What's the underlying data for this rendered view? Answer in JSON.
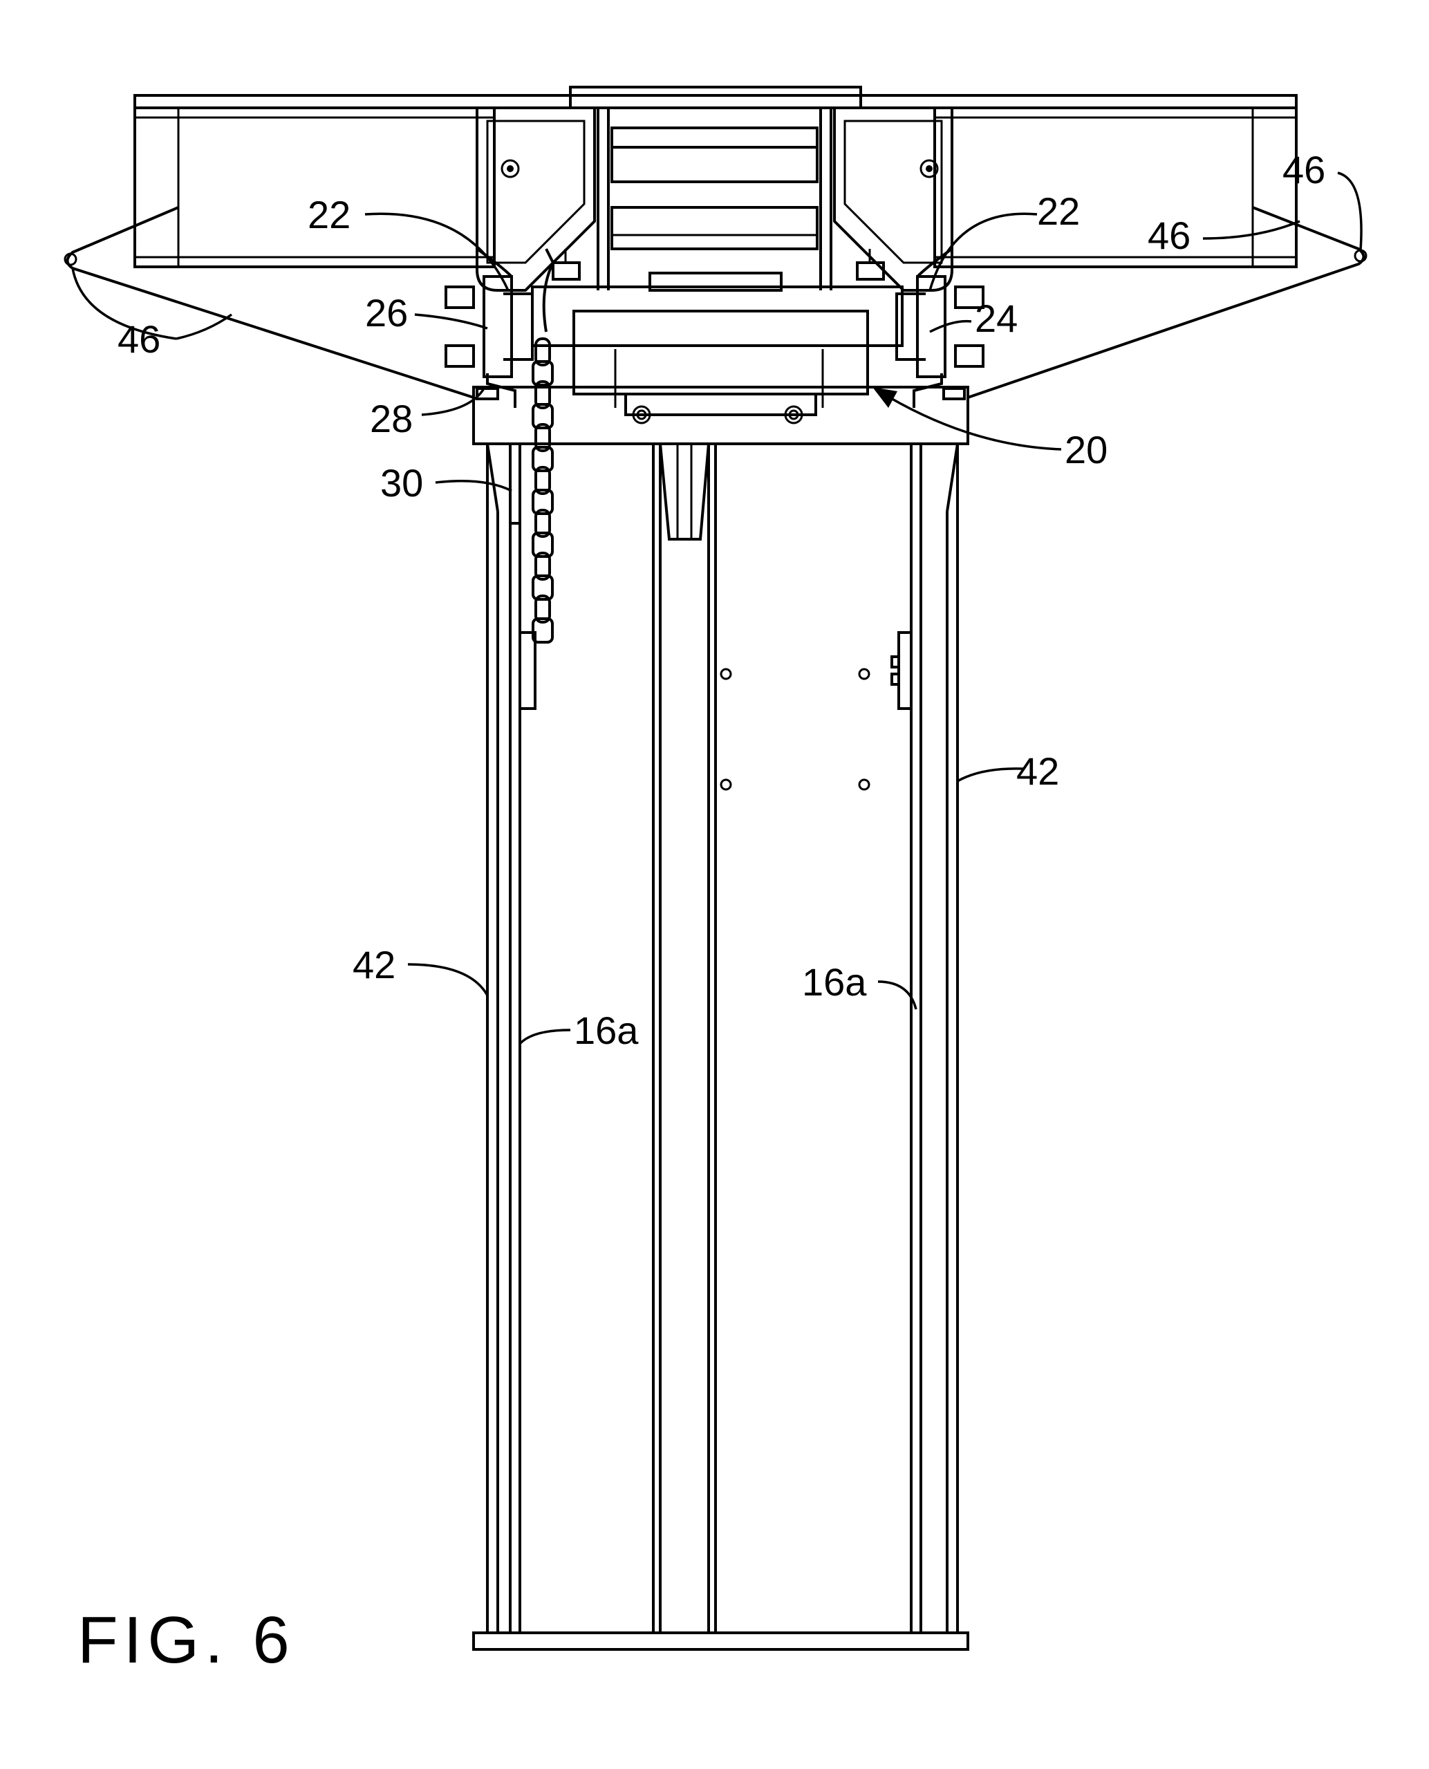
{
  "figure": {
    "caption": "FIG. 6"
  },
  "labels": {
    "ref_22_left": "22",
    "ref_22_right": "22",
    "ref_24": "24",
    "ref_26": "26",
    "ref_28": "28",
    "ref_30": "30",
    "ref_20": "20",
    "ref_42_right": "42",
    "ref_42_left": "42",
    "ref_16a_left": "16a",
    "ref_16a_right": "16a",
    "ref_46_left": "46",
    "ref_46_top_right": "46",
    "ref_46_right": "46"
  },
  "colors": {
    "ink": "#000000",
    "paper": "#ffffff"
  }
}
